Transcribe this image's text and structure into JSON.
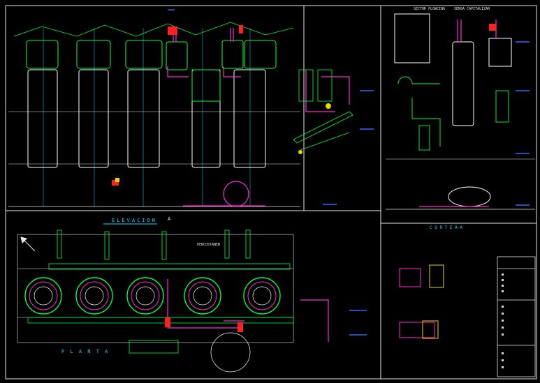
{
  "title_left": "ELEVACION",
  "title_plan": "P L A N T A",
  "title_section": "C O R T E  A-A",
  "header_section_1": "SECTOR PLOWCING",
  "header_section_2": "SENSA CAPITALIZAR",
  "plan_label_center": "PERCOSTANER",
  "cut_marker": "A",
  "colors": {
    "frame": "#e6e6e6",
    "structure": "#00ff3c",
    "piping": "#ff2ad4",
    "axis": "#14d7ff",
    "dims": "#2a6bff",
    "fill_white": "#ffffff",
    "red": "#ff2020",
    "yellow": "#e8d800"
  }
}
